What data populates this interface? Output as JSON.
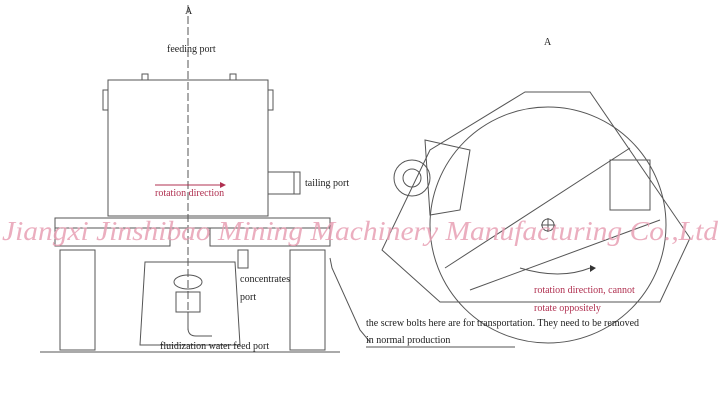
{
  "section_mark_left": "A",
  "section_mark_right": "A",
  "labels": {
    "feeding_port": "feeding port",
    "rotation_direction": "rotation direction",
    "tailing_port": "tailing port",
    "concentrates_port_1": "concentrates",
    "concentrates_port_2": "port",
    "fluidization": "fluidization water feed port",
    "rotation_note_1": "rotation direction, cannot",
    "rotation_note_2": "rotate oppositely",
    "bolts_note_1": "the screw bolts here are for transportation. They need to be removed",
    "bolts_note_2": "in normal production"
  },
  "watermark": "Jiangxi Jinshibao Mining Machinery Manufacturing Co.,Ltd",
  "colors": {
    "annotation": "#b03050",
    "watermark": "#e8a0b4",
    "lines": "#555555"
  }
}
